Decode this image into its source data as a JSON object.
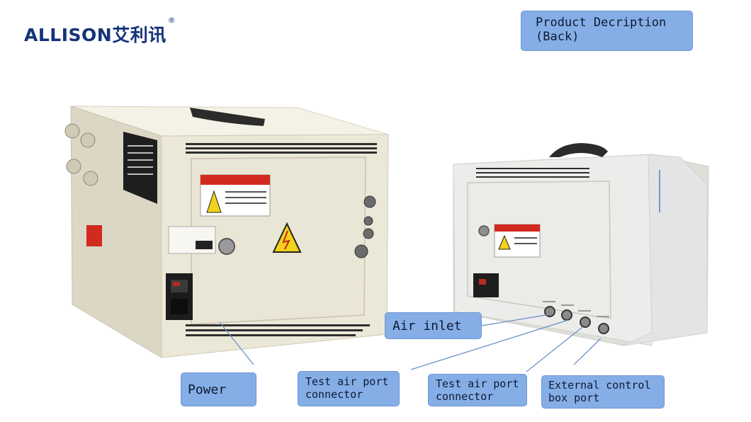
{
  "logo": {
    "brand": "ALLISON",
    "chinese": "艾利讯",
    "mark": "®"
  },
  "title": {
    "line1": "Product Decription",
    "line2": "(Back)"
  },
  "callouts": {
    "air_inlet": "Air inlet",
    "power": "Power",
    "test_port_1": {
      "line1": "Test air port",
      "line2": "connector"
    },
    "test_port_2": {
      "line1": "Test air port",
      "line2": "connector"
    },
    "external": {
      "line1": "External control",
      "line2": "box port"
    }
  },
  "colors": {
    "callout_bg": "#86aee6",
    "logo_blue": "#13337a",
    "device_body": "#ece8d8",
    "warning_red": "#d22a1e",
    "warning_yellow": "#f2d21a"
  }
}
